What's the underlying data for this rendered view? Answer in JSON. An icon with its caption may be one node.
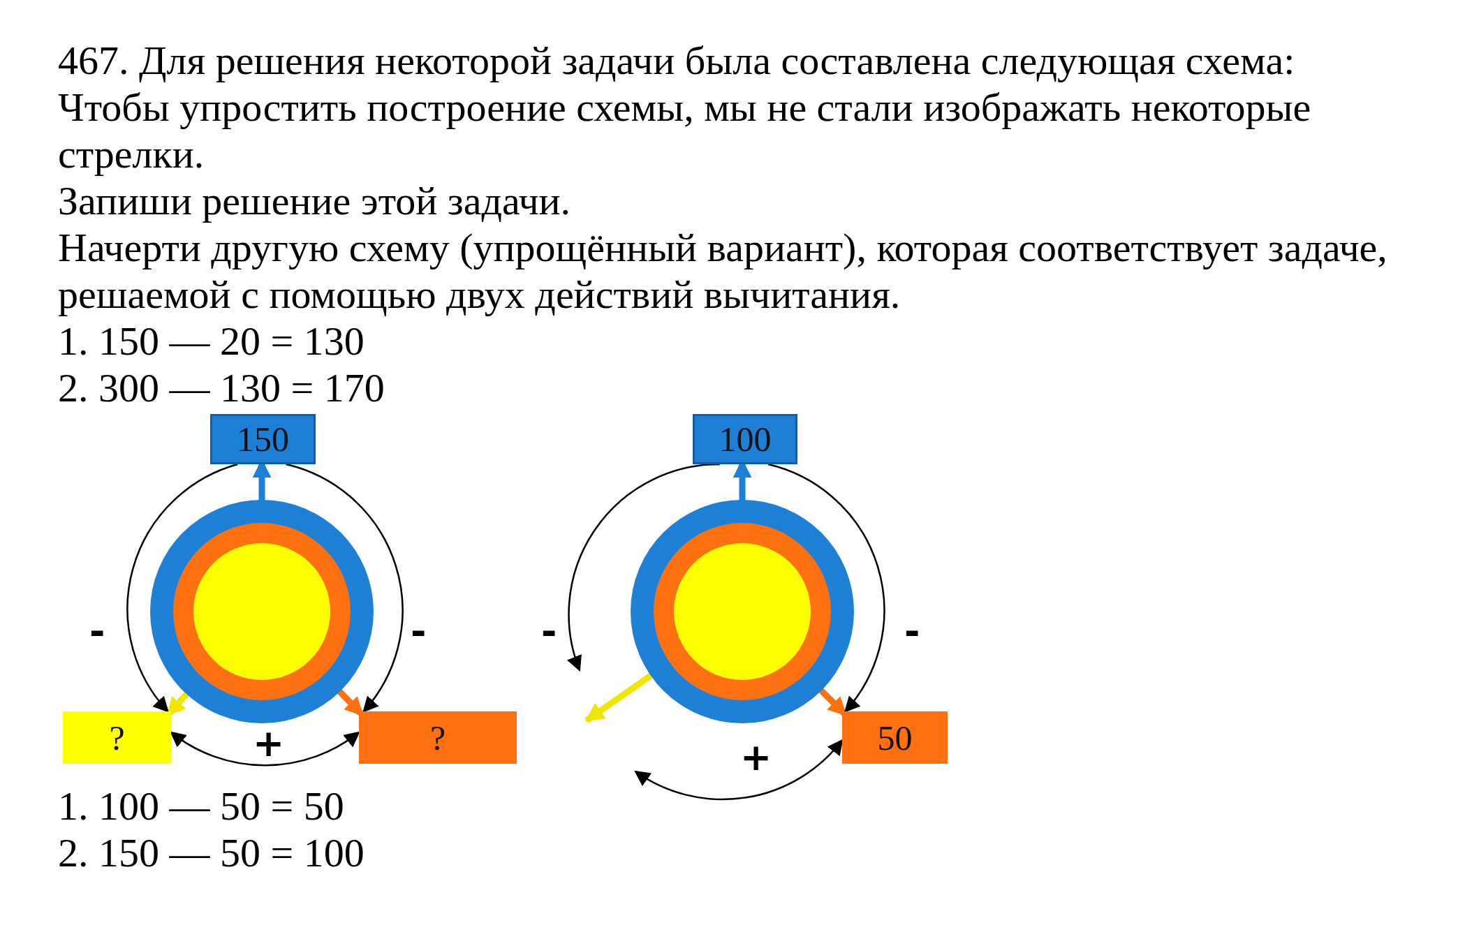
{
  "diagram": {
    "nodes": [
      {
        "text": [],
        "shape": "circle"
      },
      {
        "text": [],
        "shape": "circle",
        "in": 0
      },
      {
        "text": [],
        "shape": "circle",
        "in": 1
      },
      {
        "text": [
          "150"
        ]
      },
      {
        "text": [
          "?"
        ]
      },
      {
        "text": [
          "?"
        ]
      },
      {
        "text": [],
        "shape": "circle"
      },
      {
        "text": [],
        "shape": "circle",
        "in": 6
      },
      {
        "text": [],
        "shape": "circle",
        "in": 7
      },
      {
        "text": [
          "100"
        ]
      },
      {
        "text": [
          "50"
        ]
      }
    ],
    "edges": [
      {
        "from": 0,
        "to": 3,
        "arrow": "to",
        "style": "thick",
        "color": "#1e7fd6"
      },
      {
        "from": 2,
        "to": 4,
        "arrow": "to",
        "style": "thick",
        "color": "#f2e600"
      },
      {
        "from": 1,
        "to": 5,
        "arrow": "to",
        "style": "thick",
        "color": "#ff7010"
      },
      {
        "from": 3,
        "to": 4,
        "arrow": "to",
        "label": "-"
      },
      {
        "from": 3,
        "to": 5,
        "arrow": "to",
        "label": "-"
      },
      {
        "from": 4,
        "to": 5,
        "arrow": "both",
        "label": "+"
      },
      {
        "from": 6,
        "to": 9,
        "arrow": "to",
        "style": "thick",
        "color": "#1e7fd6"
      },
      {
        "from": 8,
        "to": null,
        "arrow": "to",
        "style": "thick",
        "color": "#f2e600"
      },
      {
        "from": 7,
        "to": 10,
        "arrow": "to",
        "style": "thick",
        "color": "#ff7010"
      },
      {
        "from": 9,
        "to": null,
        "arrow": "to",
        "label": "-"
      },
      {
        "from": 9,
        "to": 10,
        "arrow": "to",
        "label": "-"
      },
      {
        "from": null,
        "to": 10,
        "arrow": "both",
        "label": "+"
      }
    ],
    "labels": [
      "467. Для решения некоторой задачи была составлена следующая схема:",
      "Чтобы упростить построение схемы, мы не стали изображать некоторые стрелки.",
      "Запиши решение этой задачи.",
      "Начерти другую схему (упрощённый вариант), которая соответствует задаче, решаемой с помощью двух действий вычитания.",
      "1. 150 — 20 = 130",
      "2. 300 — 130 = 170",
      "1. 100 — 50 = 50",
      "2. 150 — 50 = 100"
    ]
  }
}
